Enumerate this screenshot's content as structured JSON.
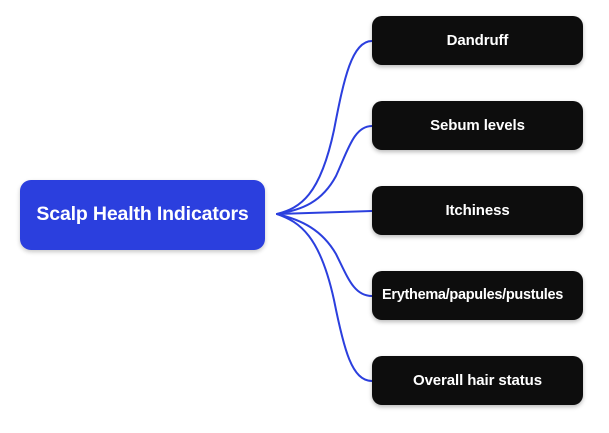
{
  "diagram": {
    "type": "mind-map",
    "background_color": "#ffffff",
    "root": {
      "label": "Scalp Health Indicators",
      "fill_color": "#2B3FDE",
      "text_color": "#ffffff"
    },
    "branch_style": {
      "fill_color": "#0D0D0D",
      "text_color": "#ffffff"
    },
    "connector": {
      "color": "#2B3FDE",
      "width": 2
    },
    "branches": [
      {
        "label": "Dandruff"
      },
      {
        "label": "Sebum levels"
      },
      {
        "label": "Itchiness"
      },
      {
        "label": "Erythema/papules/pustules"
      },
      {
        "label": "Overall hair status"
      }
    ]
  }
}
